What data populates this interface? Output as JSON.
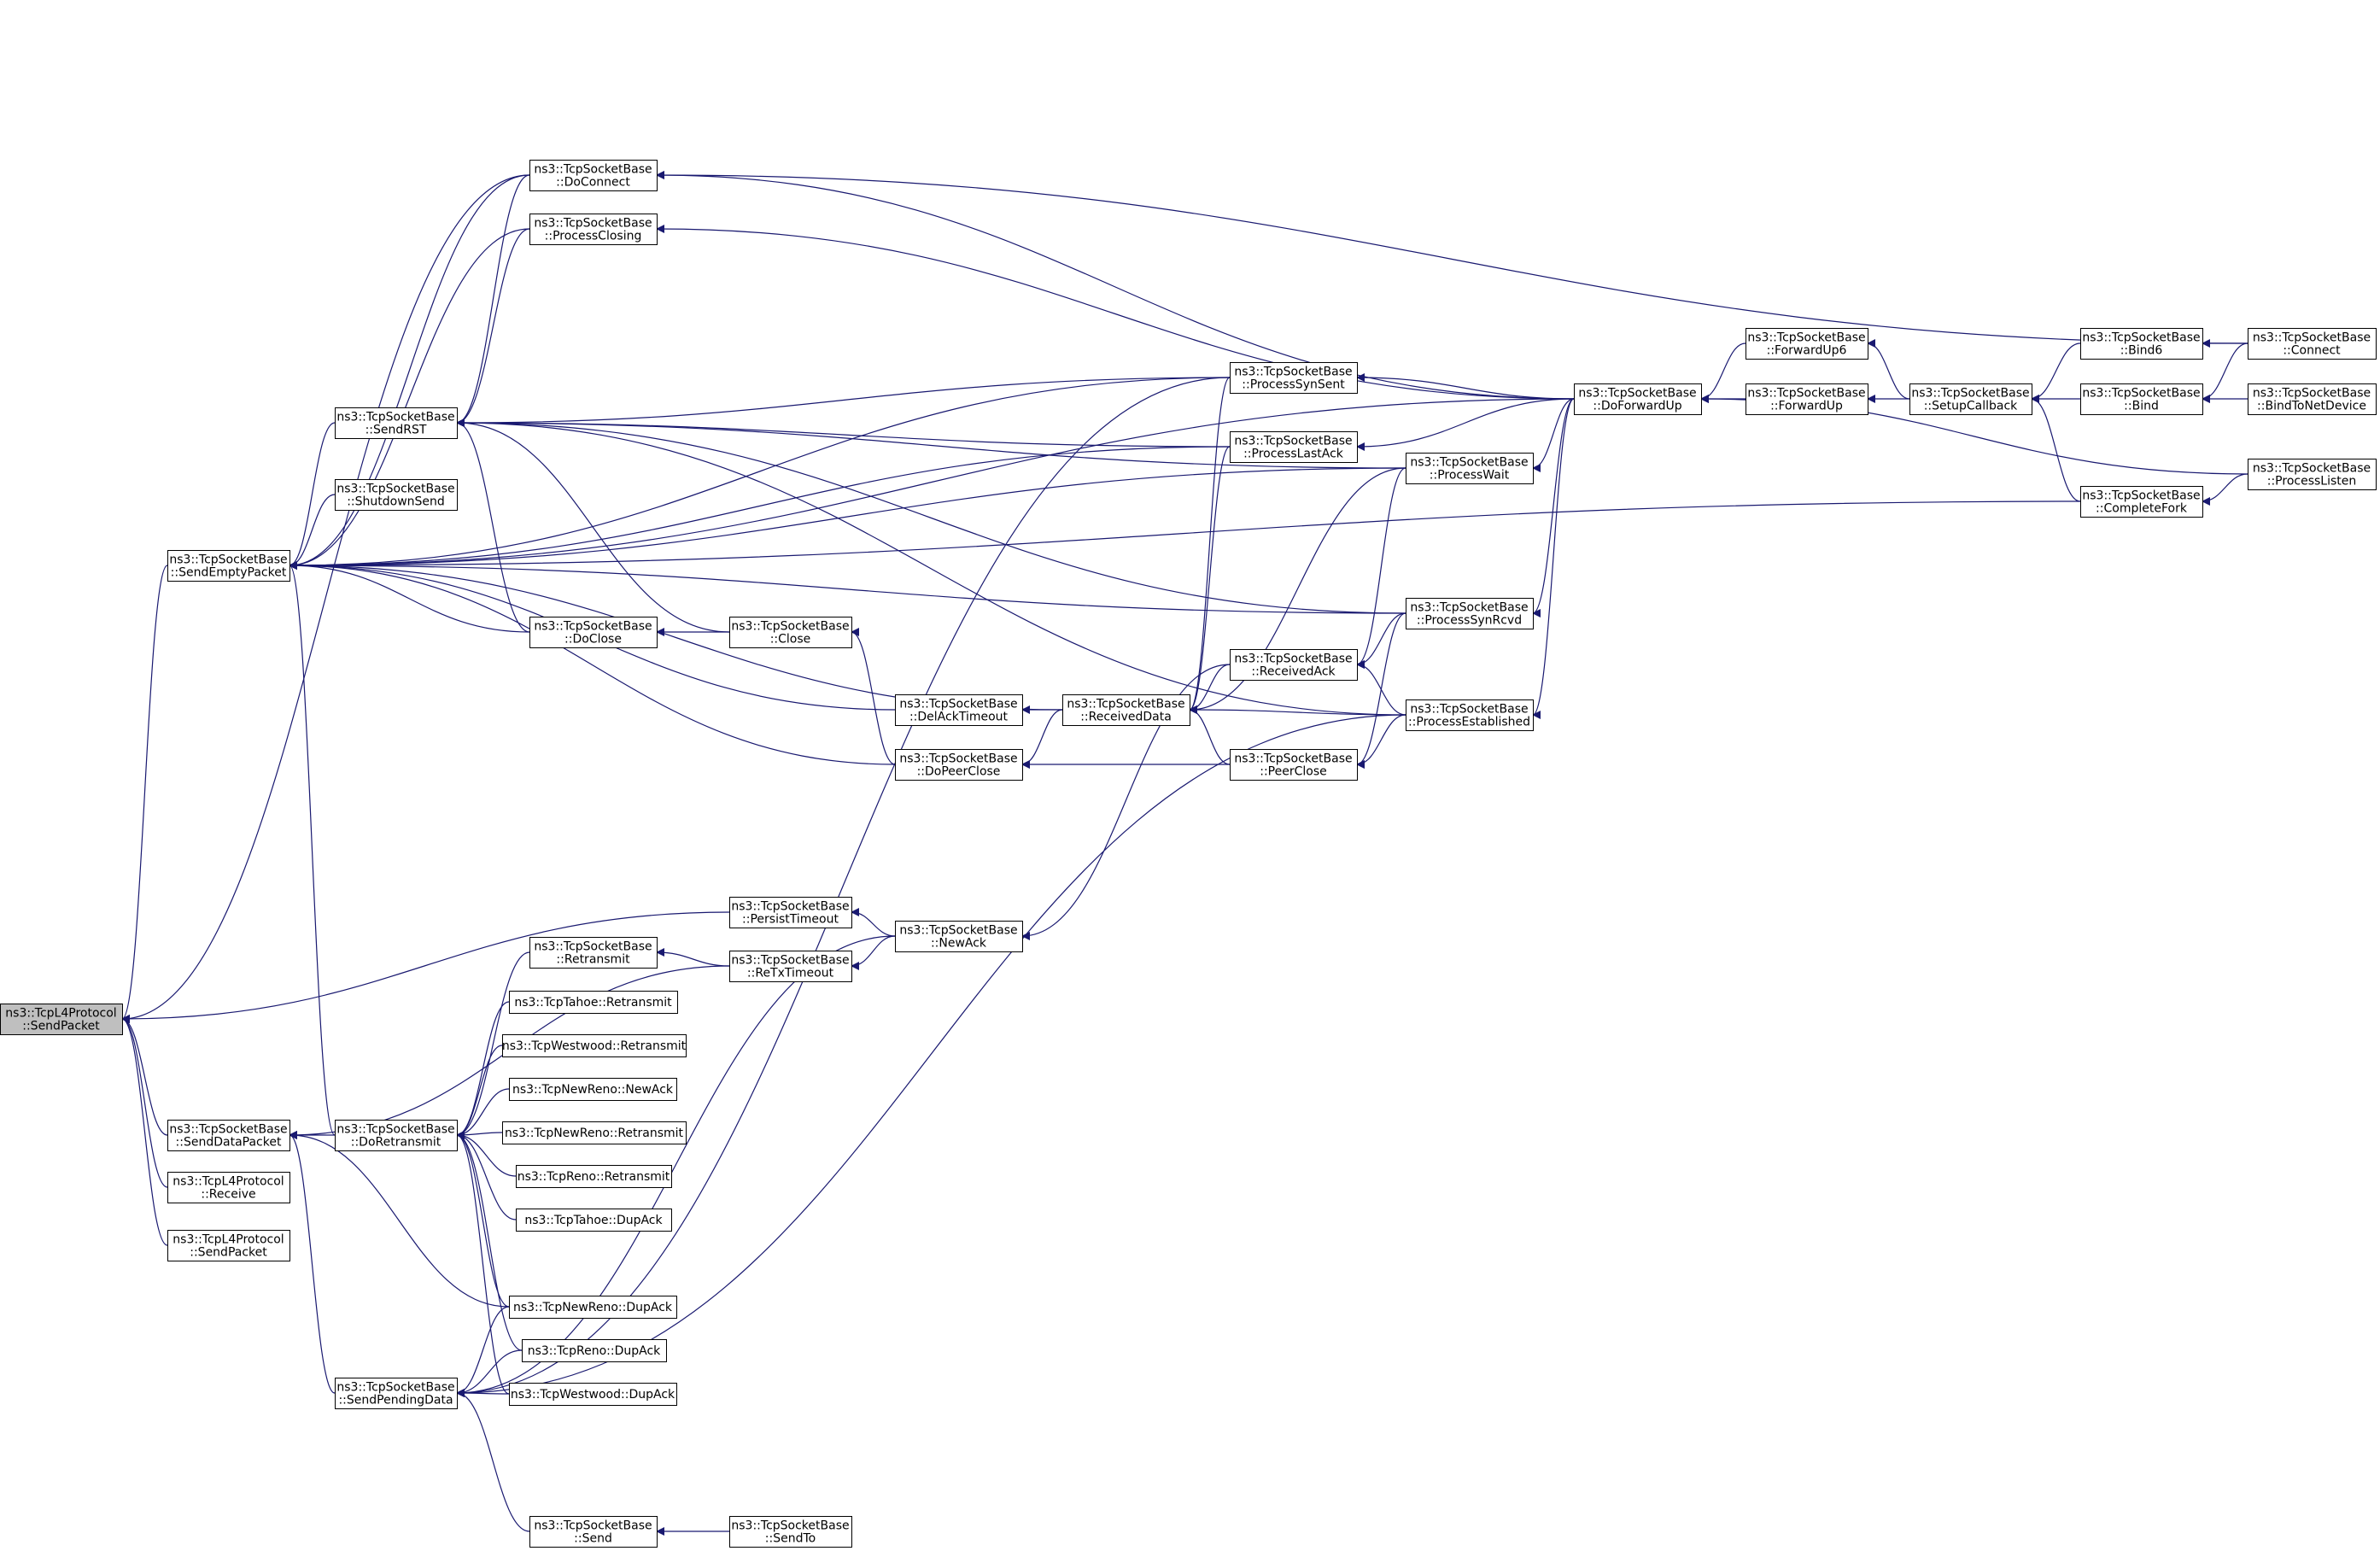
{
  "graph": {
    "highlight_fill": "#bfbfbf",
    "edge_color": "#191970",
    "node_border": "#000000",
    "nodes": {
      "root": [
        "ns3::TcpL4Protocol",
        "::SendPacket"
      ],
      "sendEmpty": [
        "ns3::TcpSocketBase",
        "::SendEmptyPacket"
      ],
      "sendData": [
        "ns3::TcpSocketBase",
        "::SendDataPacket"
      ],
      "l4Receive": [
        "ns3::TcpL4Protocol",
        "::Receive"
      ],
      "l4SendPacket": [
        "ns3::TcpL4Protocol",
        "::SendPacket"
      ],
      "sendRST": [
        "ns3::TcpSocketBase",
        "::SendRST"
      ],
      "shutdownSend": [
        "ns3::TcpSocketBase",
        "::ShutdownSend"
      ],
      "doRetransmit": [
        "ns3::TcpSocketBase",
        "::DoRetransmit"
      ],
      "sendPending": [
        "ns3::TcpSocketBase",
        "::SendPendingData"
      ],
      "doConnect": [
        "ns3::TcpSocketBase",
        "::DoConnect"
      ],
      "processClosing": [
        "ns3::TcpSocketBase",
        "::ProcessClosing"
      ],
      "doClose": [
        "ns3::TcpSocketBase",
        "::DoClose"
      ],
      "retransmit": [
        "ns3::TcpSocketBase",
        "::Retransmit"
      ],
      "tahoeRetransmit": [
        "ns3::TcpTahoe::Retransmit"
      ],
      "westwoodRetransmit": [
        "ns3::TcpWestwood::Retransmit"
      ],
      "newRenoNewAck": [
        "ns3::TcpNewReno::NewAck"
      ],
      "newRenoRetransmit": [
        "ns3::TcpNewReno::Retransmit"
      ],
      "renoRetransmit": [
        "ns3::TcpReno::Retransmit"
      ],
      "tahoeDupAck": [
        "ns3::TcpTahoe::DupAck"
      ],
      "newRenoDupAck": [
        "ns3::TcpNewReno::DupAck"
      ],
      "renoDupAck": [
        "ns3::TcpReno::DupAck"
      ],
      "westwoodDupAck": [
        "ns3::TcpWestwood::DupAck"
      ],
      "send": [
        "ns3::TcpSocketBase",
        "::Send"
      ],
      "close": [
        "ns3::TcpSocketBase",
        "::Close"
      ],
      "persistTimeout": [
        "ns3::TcpSocketBase",
        "::PersistTimeout"
      ],
      "reTxTimeout": [
        "ns3::TcpSocketBase",
        "::ReTxTimeout"
      ],
      "sendTo": [
        "ns3::TcpSocketBase",
        "::SendTo"
      ],
      "delAckTimeout": [
        "ns3::TcpSocketBase",
        "::DelAckTimeout"
      ],
      "doPeerClose": [
        "ns3::TcpSocketBase",
        "::DoPeerClose"
      ],
      "receivedData": [
        "ns3::TcpSocketBase",
        "::ReceivedData"
      ],
      "newAck": [
        "ns3::TcpSocketBase",
        "::NewAck"
      ],
      "processSynSent": [
        "ns3::TcpSocketBase",
        "::ProcessSynSent"
      ],
      "processLastAck": [
        "ns3::TcpSocketBase",
        "::ProcessLastAck"
      ],
      "receivedAck": [
        "ns3::TcpSocketBase",
        "::ReceivedAck"
      ],
      "peerClose": [
        "ns3::TcpSocketBase",
        "::PeerClose"
      ],
      "processWait": [
        "ns3::TcpSocketBase",
        "::ProcessWait"
      ],
      "processSynRcvd": [
        "ns3::TcpSocketBase",
        "::ProcessSynRcvd"
      ],
      "processEstablished": [
        "ns3::TcpSocketBase",
        "::ProcessEstablished"
      ],
      "doForwardUp": [
        "ns3::TcpSocketBase",
        "::DoForwardUp"
      ],
      "forwardUp6": [
        "ns3::TcpSocketBase",
        "::ForwardUp6"
      ],
      "forwardUp": [
        "ns3::TcpSocketBase",
        "::ForwardUp"
      ],
      "setupCallback": [
        "ns3::TcpSocketBase",
        "::SetupCallback"
      ],
      "bind6": [
        "ns3::TcpSocketBase",
        "::Bind6"
      ],
      "bind": [
        "ns3::TcpSocketBase",
        "::Bind"
      ],
      "completeFork": [
        "ns3::TcpSocketBase",
        "::CompleteFork"
      ],
      "connect": [
        "ns3::TcpSocketBase",
        "::Connect"
      ],
      "bindToNetDevice": [
        "ns3::TcpSocketBase",
        "::BindToNetDevice"
      ],
      "processListen": [
        "ns3::TcpSocketBase",
        "::ProcessListen"
      ]
    },
    "edges": [
      [
        "sendEmpty",
        "root"
      ],
      [
        "sendData",
        "root"
      ],
      [
        "l4Receive",
        "root"
      ],
      [
        "l4SendPacket",
        "root"
      ],
      [
        "persistTimeout",
        "root"
      ],
      [
        "doConnect",
        "root"
      ],
      [
        "sendRST",
        "sendEmpty"
      ],
      [
        "shutdownSend",
        "sendEmpty"
      ],
      [
        "doRetransmit",
        "sendEmpty"
      ],
      [
        "doConnect",
        "sendEmpty"
      ],
      [
        "processClosing",
        "sendEmpty"
      ],
      [
        "doClose",
        "sendEmpty"
      ],
      [
        "processSynSent",
        "sendEmpty"
      ],
      [
        "processLastAck",
        "sendEmpty"
      ],
      [
        "processSynRcvd",
        "sendEmpty"
      ],
      [
        "delAckTimeout",
        "sendEmpty"
      ],
      [
        "doPeerClose",
        "sendEmpty"
      ],
      [
        "receivedData",
        "sendEmpty"
      ],
      [
        "completeFork",
        "sendEmpty"
      ],
      [
        "doForwardUp",
        "sendEmpty"
      ],
      [
        "processWait",
        "sendEmpty"
      ],
      [
        "doRetransmit",
        "sendData"
      ],
      [
        "sendPending",
        "sendData"
      ],
      [
        "reTxTimeout",
        "sendData"
      ],
      [
        "newRenoDupAck",
        "sendData"
      ],
      [
        "doConnect",
        "sendRST"
      ],
      [
        "processClosing",
        "sendRST"
      ],
      [
        "doClose",
        "sendRST"
      ],
      [
        "close",
        "sendRST"
      ],
      [
        "processSynSent",
        "sendRST"
      ],
      [
        "processLastAck",
        "sendRST"
      ],
      [
        "processSynRcvd",
        "sendRST"
      ],
      [
        "processEstablished",
        "sendRST"
      ],
      [
        "processWait",
        "sendRST"
      ],
      [
        "retransmit",
        "doRetransmit"
      ],
      [
        "tahoeRetransmit",
        "doRetransmit"
      ],
      [
        "westwoodRetransmit",
        "doRetransmit"
      ],
      [
        "newRenoNewAck",
        "doRetransmit"
      ],
      [
        "newRenoRetransmit",
        "doRetransmit"
      ],
      [
        "renoRetransmit",
        "doRetransmit"
      ],
      [
        "tahoeDupAck",
        "doRetransmit"
      ],
      [
        "newRenoDupAck",
        "doRetransmit"
      ],
      [
        "renoDupAck",
        "doRetransmit"
      ],
      [
        "westwoodDupAck",
        "doRetransmit"
      ],
      [
        "newRenoDupAck",
        "sendPending"
      ],
      [
        "renoDupAck",
        "sendPending"
      ],
      [
        "westwoodDupAck",
        "sendPending"
      ],
      [
        "send",
        "sendPending"
      ],
      [
        "newAck",
        "sendPending"
      ],
      [
        "processSynSent",
        "sendPending"
      ],
      [
        "processEstablished",
        "sendPending"
      ],
      [
        "doForwardUp",
        "doConnect"
      ],
      [
        "doForwardUp",
        "processClosing"
      ],
      [
        "close",
        "doClose"
      ],
      [
        "sendTo",
        "send"
      ],
      [
        "reTxTimeout",
        "retransmit"
      ],
      [
        "newAck",
        "reTxTimeout"
      ],
      [
        "newAck",
        "persistTimeout"
      ],
      [
        "receivedAck",
        "newAck"
      ],
      [
        "receivedData",
        "delAckTimeout"
      ],
      [
        "receivedData",
        "doPeerClose"
      ],
      [
        "peerClose",
        "doPeerClose"
      ],
      [
        "doPeerClose",
        "close"
      ],
      [
        "receivedAck",
        "receivedData"
      ],
      [
        "peerClose",
        "receivedData"
      ],
      [
        "processEstablished",
        "receivedData"
      ],
      [
        "processSynSent",
        "receivedData"
      ],
      [
        "processLastAck",
        "receivedData"
      ],
      [
        "processWait",
        "receivedData"
      ],
      [
        "processSynRcvd",
        "receivedAck"
      ],
      [
        "processEstablished",
        "receivedAck"
      ],
      [
        "processWait",
        "receivedAck"
      ],
      [
        "processEstablished",
        "peerClose"
      ],
      [
        "processSynRcvd",
        "peerClose"
      ],
      [
        "doForwardUp",
        "processSynSent"
      ],
      [
        "doForwardUp",
        "processLastAck"
      ],
      [
        "doForwardUp",
        "processWait"
      ],
      [
        "doForwardUp",
        "processSynRcvd"
      ],
      [
        "doForwardUp",
        "processEstablished"
      ],
      [
        "forwardUp6",
        "doForwardUp"
      ],
      [
        "forwardUp",
        "doForwardUp"
      ],
      [
        "processListen",
        "doForwardUp"
      ],
      [
        "setupCallback",
        "forwardUp6"
      ],
      [
        "setupCallback",
        "forwardUp"
      ],
      [
        "bind6",
        "setupCallback"
      ],
      [
        "bind",
        "setupCallback"
      ],
      [
        "completeFork",
        "setupCallback"
      ],
      [
        "connect",
        "bind6"
      ],
      [
        "connect",
        "bind"
      ],
      [
        "bindToNetDevice",
        "bind"
      ],
      [
        "processListen",
        "completeFork"
      ],
      [
        "connect",
        "doConnect"
      ]
    ]
  }
}
